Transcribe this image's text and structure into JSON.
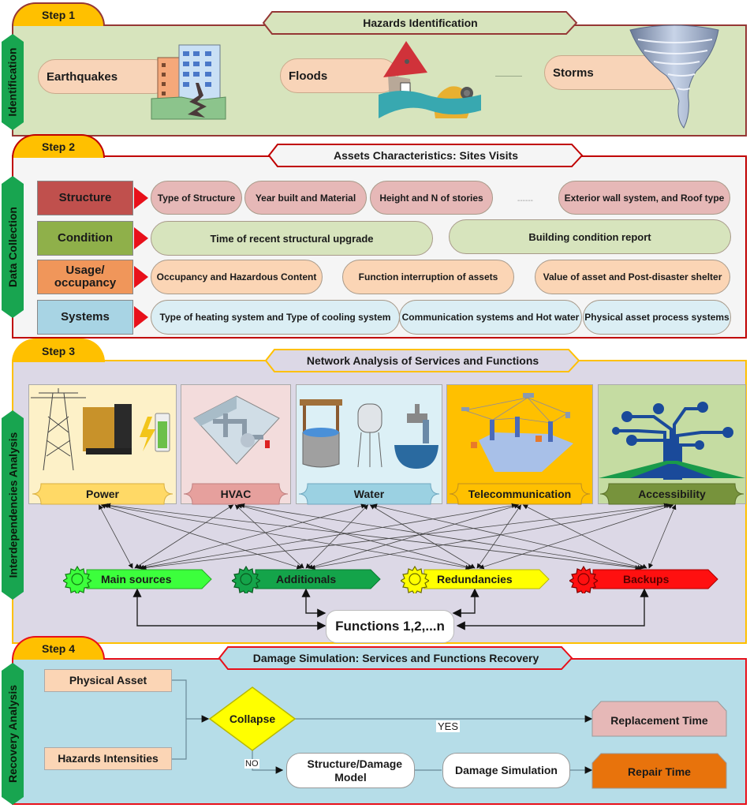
{
  "steps": [
    {
      "tab": "Step 1",
      "side_label": "Identification",
      "banner": "Hazards Identification",
      "hazards": [
        {
          "label": "Earthquakes",
          "icon": "earthquake-building-icon"
        },
        {
          "label": "Floods",
          "icon": "flooded-house-icon"
        },
        {
          "label": "Storms",
          "icon": "tornado-icon"
        }
      ],
      "ellipsis": "......"
    },
    {
      "tab": "Step 2",
      "side_label": "Data Collection",
      "banner": "Assets Characteristics: Sites Visits",
      "ellipsis": "------",
      "rows": [
        {
          "category": "Structure",
          "color": "#c0504d",
          "items": [
            "Type of Structure",
            "Year built and Material",
            "Height and N of stories",
            "Exterior wall system, and Roof type"
          ]
        },
        {
          "category": "Condition",
          "color": "#8fb04a",
          "items": [
            "Time of recent structural upgrade",
            "Building condition report"
          ]
        },
        {
          "category": "Usage/ occupancy",
          "color": "#f0965a",
          "items": [
            "Occupancy and Hazardous Content",
            "Function interruption of assets",
            "Value of asset and Post-disaster shelter"
          ]
        },
        {
          "category": "Systems",
          "color": "#a8d4e4",
          "items": [
            "Type of heating system and Type of cooling system",
            "Communication systems and Hot water",
            "Physical asset process systems"
          ]
        }
      ]
    },
    {
      "tab": "Step 3",
      "side_label": "Interdependencies Analysis",
      "banner": "Network Analysis of Services and Functions",
      "services": [
        {
          "label": "Power",
          "color": "#ffd966",
          "card_bg": "#fdf1c8",
          "icon": "power-tower-generator-battery-icon"
        },
        {
          "label": "HVAC",
          "color": "#e6a09d",
          "card_bg": "#f3dcdc",
          "icon": "hvac-room-icon"
        },
        {
          "label": "Water",
          "color": "#9bd1e2",
          "card_bg": "#dcf0f6",
          "icon": "water-well-tower-tap-icon"
        },
        {
          "label": "Telecommunication",
          "color": "#ffc000",
          "card_bg": "#ffc000",
          "icon": "satellite-network-icon"
        },
        {
          "label": "Accessibility",
          "color": "#77933c",
          "card_bg": "#c5dca2",
          "icon": "circuit-tree-icon"
        }
      ],
      "resources": [
        {
          "label": "Main sources",
          "color": "#3cff3c",
          "gear": "#22cc22"
        },
        {
          "label": "Additionals",
          "color": "#14a44a",
          "gear": "#14a44a"
        },
        {
          "label": "Redundancies",
          "color": "#ffff00",
          "gear": "#ffff00"
        },
        {
          "label": "Backups",
          "color": "#ff1010",
          "gear": "#ff1010"
        }
      ],
      "functions": "Functions 1,2,...n"
    },
    {
      "tab": "Step 4",
      "side_label": "Recovery Analysis",
      "banner": "Damage Simulation: Services and Functions Recovery",
      "flow": {
        "physical_asset": "Physical Asset",
        "hazards_intensities": "Hazards Intensities",
        "collapse": "Collapse",
        "yes": "YES",
        "no": "NO",
        "replacement_time": "Replacement Time",
        "structure_model": "Structure/Damage Model",
        "damage_simulation": "Damage Simulation",
        "repair_time": "Repair Time"
      }
    }
  ],
  "colors": {
    "step_tab": "#ffc000",
    "step1_bg": "#d7e4bd",
    "step1_border": "#953735",
    "step2_bg": "#f5f5f5",
    "step2_border": "#c00000",
    "step3_bg": "#dcd8e6",
    "step3_border": "#ffc000",
    "step4_bg": "#b6dde8",
    "step4_border": "#e8101a",
    "side_label": "#18a550"
  }
}
